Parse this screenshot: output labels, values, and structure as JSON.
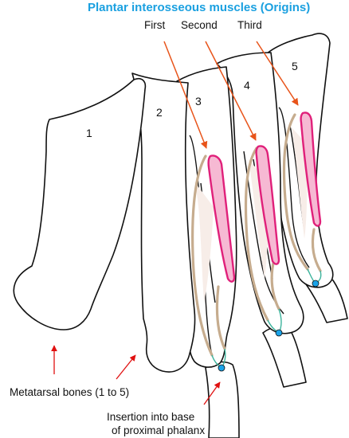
{
  "title": "Plantar interosseous muscles (Origins)",
  "muscle_labels": [
    "First",
    "Second",
    "Third"
  ],
  "bone_numbers": [
    "1",
    "2",
    "3",
    "4",
    "5"
  ],
  "label_metatarsal": "Metatarsal bones (1 to 5)",
  "label_insertion_line1": "Insertion into base",
  "label_insertion_line2": "of proximal phalanx",
  "colors": {
    "title": "#1aa0e0",
    "origin_arrow": "#e8541a",
    "pointer_arrow": "#e01010",
    "muscle_outline": "#e0207a",
    "muscle_fill": "#f6b9d3",
    "tendon": "#c6ac8e",
    "ligament": "#3cb39c",
    "insertion_dot": "#1aa3e8"
  }
}
